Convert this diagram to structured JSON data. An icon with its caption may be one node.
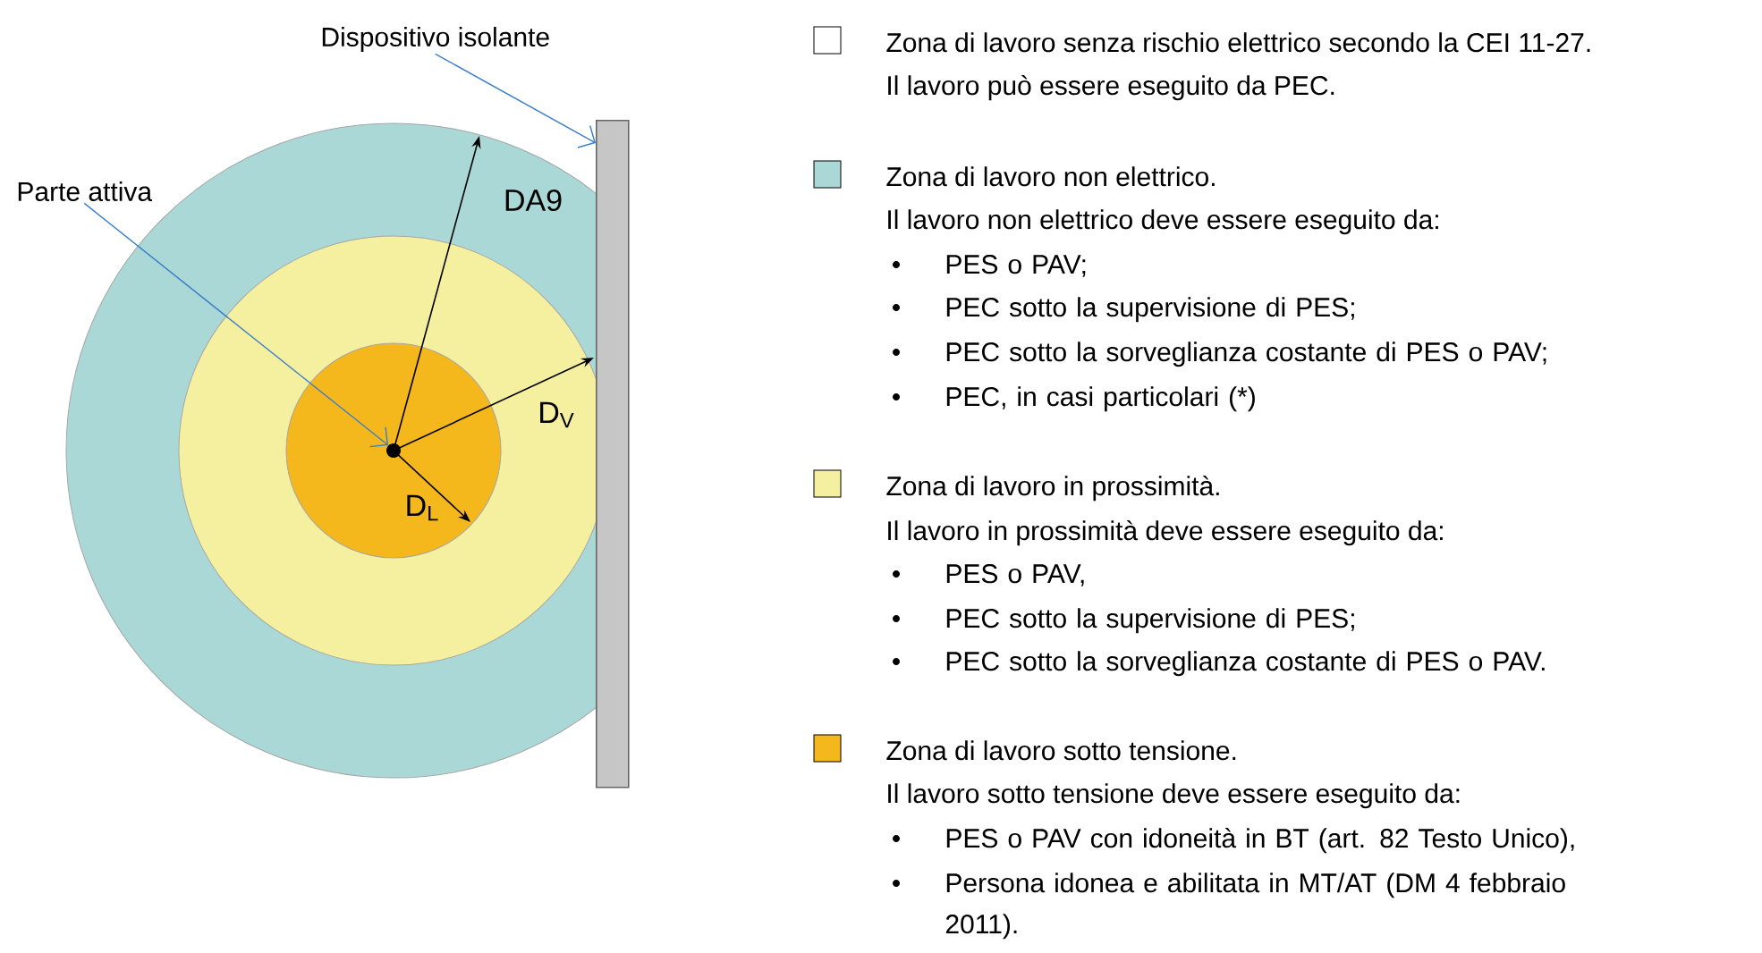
{
  "diagram": {
    "nodes": [
      {
        "text": [
          "Parte attiva"
        ]
      },
      {
        "text": [],
        "shape": "circle"
      },
      {
        "text": [
          "Dispositivo isolante"
        ]
      },
      {
        "text": [],
        "shape": "bar"
      }
    ],
    "edges": [
      {
        "from": 0,
        "to": 1,
        "arrow": "to"
      },
      {
        "from": 2,
        "to": 3,
        "arrow": "to"
      }
    ],
    "labels": [
      "DA9",
      "D$_{V}$",
      "D$_{L}$",
      "Il lavoro può essere eseguito da PEC.",
      "Il lavoro non elettrico deve essere eseguito da:",
      "PES o PAV;",
      "PEC sotto la supervisione di PES;",
      "PEC sotto la sorveglianza costante di PES o PAV;",
      "PEC, in casi particolari (*)",
      "Il lavoro in prossimità deve essere eseguito da:",
      "PES o PAV,",
      "PEC sotto la supervisione di PES;",
      "PEC sotto la sorveglianza costante di PES o PAV.",
      "Il lavoro sotto tensione deve essere eseguito da:",
      "PES o PAV con idoneità in BT (art. 82 Testo Unico),",
      "Persona idonea e abilitata in MT/AT (DM 4 febbraio 2011)."
    ],
    "legend": [
      {
        "text": "Zona di lavoro senza rischio elettrico secondo la CEI 11-27."
      },
      {
        "text": "Zona di lavoro non elettrico.",
        "color": "#aad8d6"
      },
      {
        "text": "Zona di lavoro in prossimità.",
        "color": "#f5f0a0"
      },
      {
        "text": "Zona di lavoro sotto tensione.",
        "color": "#f5b81c"
      }
    ]
  }
}
